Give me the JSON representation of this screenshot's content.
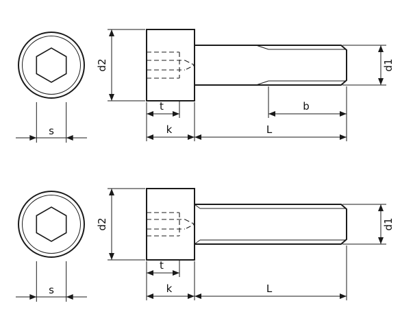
{
  "page": {
    "colors": {
      "line": "#1a1a1a",
      "background": "#ffffff",
      "text": "#111111"
    }
  },
  "drawing": {
    "top_view": {
      "labels": {
        "s": "s",
        "d2": "d2",
        "t": "t",
        "k": "k",
        "b": "b",
        "L": "L",
        "d1": "d1"
      }
    },
    "bottom_view": {
      "labels": {
        "s": "s",
        "d2": "d2",
        "t": "t",
        "k": "k",
        "L": "L",
        "d1": "d1"
      }
    }
  }
}
